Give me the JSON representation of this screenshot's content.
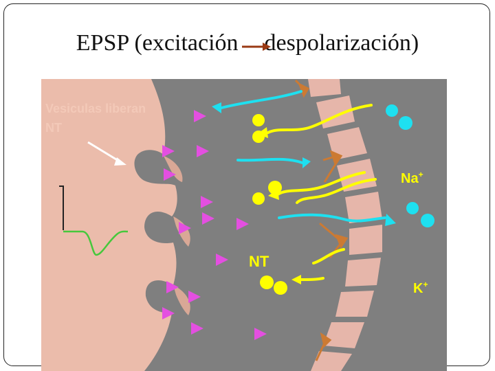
{
  "slide": {
    "title_left": "EPSP (excitación",
    "title_right": "despolarización)"
  },
  "figure": {
    "labels": {
      "vesicles_line1": "Vesiculas liberan",
      "vesicles_line2": "NT",
      "sodium": "Na",
      "sodium_charge": "+",
      "neurotransmitter": "NT",
      "potassium": "K",
      "potassium_charge": "+"
    }
  },
  "colors": {
    "background": "#7f7f7f",
    "presynaptic": "#ebbcab",
    "membrane": "#e6b6aa",
    "neurotransmitter": "#e44fe1",
    "sodium_ion": "#ffff00",
    "potassium_ion": "#1ee0f0",
    "receptor": "#cc7a33",
    "trace": "#46c83c",
    "title_arrow": "#9a3a14"
  },
  "icons": [
    "presynaptic-terminal",
    "synaptic-vesicle",
    "neurotransmitter-triangle",
    "sodium-ion",
    "potassium-ion",
    "ion-channel",
    "epsp-trace"
  ]
}
